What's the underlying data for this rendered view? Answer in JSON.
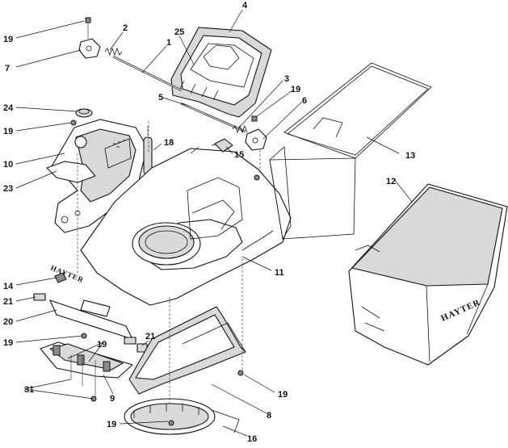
{
  "brand_marks": {
    "front": "HAYTER",
    "bag": "HAYTER"
  },
  "callouts": [
    {
      "id": "c1",
      "label": "1"
    },
    {
      "id": "c2",
      "label": "2"
    },
    {
      "id": "c3",
      "label": "3"
    },
    {
      "id": "c4",
      "label": "4"
    },
    {
      "id": "c5",
      "label": "5"
    },
    {
      "id": "c6",
      "label": "6"
    },
    {
      "id": "c7",
      "label": "7"
    },
    {
      "id": "c8",
      "label": "8"
    },
    {
      "id": "c9",
      "label": "9"
    },
    {
      "id": "c10",
      "label": "10"
    },
    {
      "id": "c11",
      "label": "11"
    },
    {
      "id": "c12",
      "label": "12"
    },
    {
      "id": "c13",
      "label": "13"
    },
    {
      "id": "c14",
      "label": "14"
    },
    {
      "id": "c15",
      "label": "15"
    },
    {
      "id": "c16",
      "label": "16"
    },
    {
      "id": "c18",
      "label": "18"
    },
    {
      "id": "c19a",
      "label": "19"
    },
    {
      "id": "c19b",
      "label": "19"
    },
    {
      "id": "c19c",
      "label": "19"
    },
    {
      "id": "c19d",
      "label": "19"
    },
    {
      "id": "c19e",
      "label": "19"
    },
    {
      "id": "c19f",
      "label": "19"
    },
    {
      "id": "c19g",
      "label": "19"
    },
    {
      "id": "c20",
      "label": "20"
    },
    {
      "id": "c21a",
      "label": "21"
    },
    {
      "id": "c21b",
      "label": "21"
    },
    {
      "id": "c23",
      "label": "23"
    },
    {
      "id": "c24",
      "label": "24"
    },
    {
      "id": "c25",
      "label": "25"
    },
    {
      "id": "c31",
      "label": "31"
    }
  ]
}
